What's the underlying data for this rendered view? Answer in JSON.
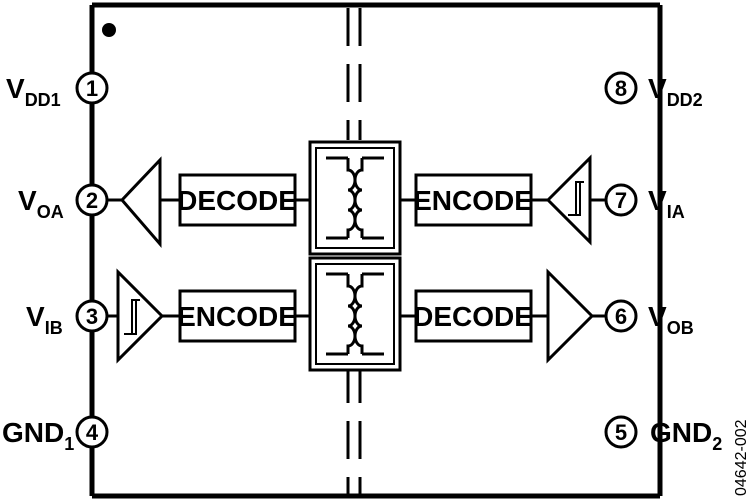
{
  "pins": {
    "p1": {
      "number": "1",
      "name": "V",
      "sub": "DD1"
    },
    "p2": {
      "number": "2",
      "name": "V",
      "sub": "OA"
    },
    "p3": {
      "number": "3",
      "name": "V",
      "sub": "IB"
    },
    "p4": {
      "number": "4",
      "name": "GND",
      "sub": "1"
    },
    "p5": {
      "number": "5",
      "name": "GND",
      "sub": "2"
    },
    "p6": {
      "number": "6",
      "name": "V",
      "sub": "OB"
    },
    "p7": {
      "number": "7",
      "name": "V",
      "sub": "IA"
    },
    "p8": {
      "number": "8",
      "name": "V",
      "sub": "DD2"
    }
  },
  "blocks": {
    "top_left": "DECODE",
    "top_right": "ENCODE",
    "bottom_left": "ENCODE",
    "bottom_right": "DECODE"
  },
  "figure_id": "04642-002"
}
